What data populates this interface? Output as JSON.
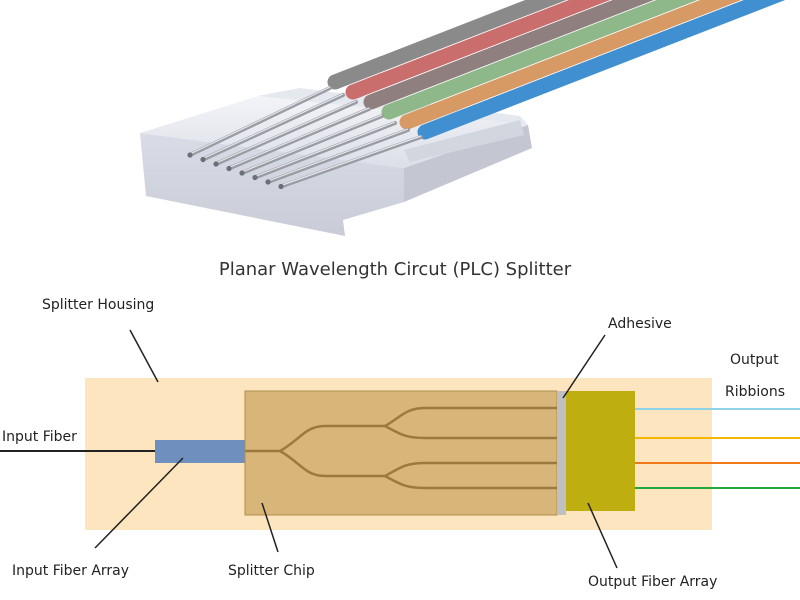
{
  "title": "Planar Wavelength Circut (PLC) Splitter",
  "labels": {
    "splitter_housing": "Splitter Housing",
    "adhesive": "Adhesive",
    "output_line1": "Output",
    "output_line2": "Ribbions",
    "input_fiber": "Input Fiber",
    "input_fiber_array": "Input Fiber Array",
    "splitter_chip": "Splitter Chip",
    "output_fiber_array": "Output Fiber Array"
  },
  "colors": {
    "housing": "#fde6bf",
    "chip": "#d8b67a",
    "chip_border": "#b08d4d",
    "waveguide": "#9c7a3c",
    "input_fiber_array": "#6f8fbf",
    "output_fiber_array": "#bfae10",
    "adhesive": "#c0c0c0",
    "input_fiber": "#222222"
  },
  "ribbons": [
    {
      "color": "#8fd3e8"
    },
    {
      "color": "#f5b800"
    },
    {
      "color": "#f07a1a"
    },
    {
      "color": "#22a83a"
    }
  ],
  "photo_ribbons": [
    {
      "color": "#8a8a8a"
    },
    {
      "color": "#c96d6d"
    },
    {
      "color": "#8f7f7f"
    },
    {
      "color": "#8fb88a"
    },
    {
      "color": "#d79a64"
    },
    {
      "color": "#3f8fd1"
    }
  ]
}
